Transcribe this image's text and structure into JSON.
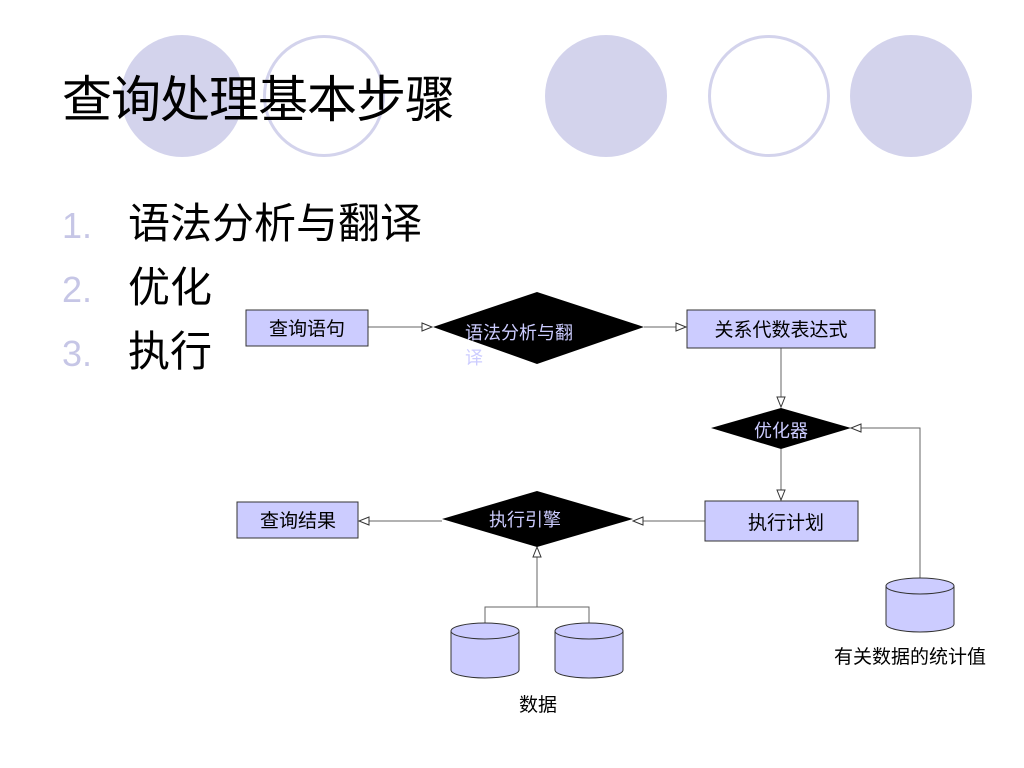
{
  "title": "查询处理基本步骤",
  "steps": [
    {
      "number": "1.",
      "label": "语法分析与翻译"
    },
    {
      "number": "2.",
      "label": "优化"
    },
    {
      "number": "3.",
      "label": "执行"
    }
  ],
  "flowchart": {
    "query_statement": "查询语句",
    "parser_line1": "语法分析与翻",
    "parser_line2": "译",
    "relational_algebra": "关系代数表达式",
    "optimizer": "优化器",
    "execution_plan": "执行计划",
    "execution_engine": "执行引擎",
    "query_result": "查询结果",
    "data_label": "数据",
    "statistics_label": "有关数据的统计值"
  },
  "colors": {
    "box_fill": "#ccccff",
    "diamond_fill": "#000000",
    "diamond_text": "#ccccff",
    "decor": "#d3d3ec",
    "number": "#c6c6e6"
  }
}
